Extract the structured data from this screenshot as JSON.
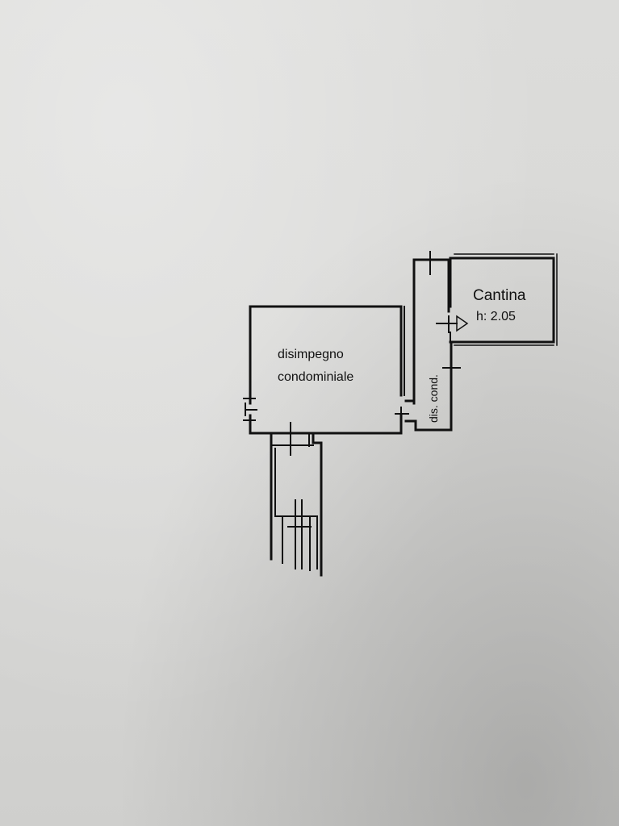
{
  "plan": {
    "rooms": [
      {
        "id": "disimpegno",
        "lines": [
          "disimpegno",
          "condominiale"
        ]
      },
      {
        "id": "cantina",
        "name": "Cantina",
        "height": "h: 2.05"
      },
      {
        "id": "corridor",
        "name": "dis. cond."
      }
    ]
  },
  "colors": {
    "paper": "#d9d9d7",
    "ink": "#111111"
  }
}
